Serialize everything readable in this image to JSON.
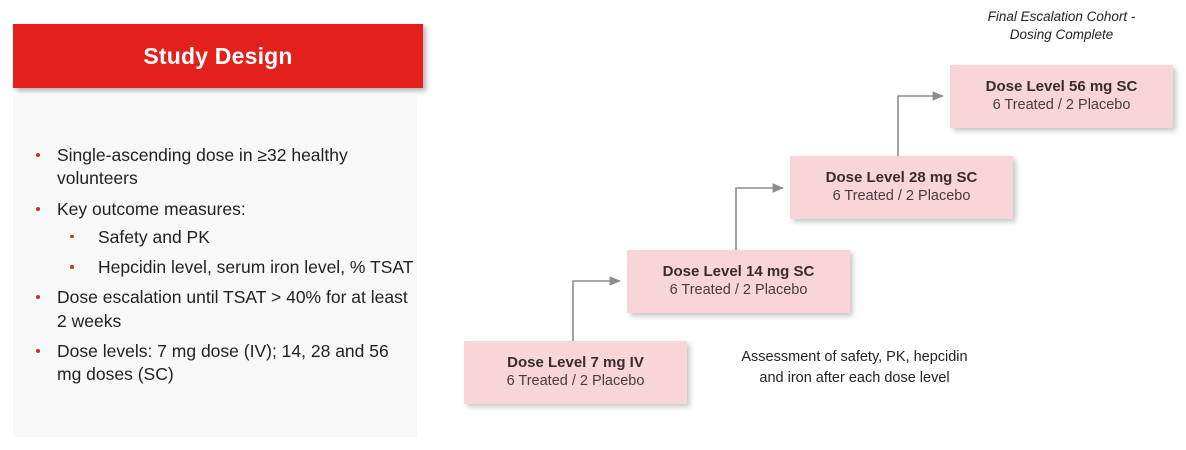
{
  "panel": {
    "header_title": "Study Design",
    "header_color": "#e2201c",
    "body_background": "#f8f8f8",
    "bullets": [
      {
        "text": "Single-ascending dose in ≥32 healthy volunteers",
        "sub": []
      },
      {
        "text": "Key outcome measures:",
        "sub": [
          "Safety and PK",
          "Hepcidin level, serum iron level, % TSAT"
        ]
      },
      {
        "text": "Dose escalation until TSAT > 40% for at least 2 weeks",
        "sub": []
      },
      {
        "text": "Dose levels: 7 mg dose (IV); 14, 28 and 56 mg doses (SC)",
        "sub": []
      }
    ]
  },
  "diagram": {
    "box_color": "#f7d5d8",
    "arrow_color": "#8c8c8c",
    "cohorts": [
      {
        "title": "Dose Level 7 mg IV",
        "subtitle": "6 Treated / 2 Placebo"
      },
      {
        "title": "Dose Level 14 mg SC",
        "subtitle": "6 Treated / 2 Placebo"
      },
      {
        "title": "Dose Level 28 mg SC",
        "subtitle": "6 Treated / 2 Placebo"
      },
      {
        "title": "Dose Level 56 mg SC",
        "subtitle": "6 Treated / 2 Placebo"
      }
    ],
    "final_cohort_caption_line1": "Final Escalation Cohort -",
    "final_cohort_caption_line2": "Dosing Complete",
    "assessment_caption_line1": "Assessment of safety, PK, hepcidin",
    "assessment_caption_line2": "and iron after each dose level"
  }
}
